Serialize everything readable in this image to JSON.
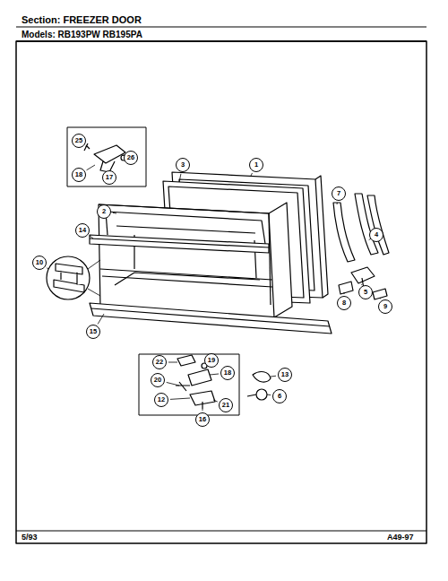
{
  "diagram": {
    "title": "Section: FREEZER DOOR",
    "labels": [
      "Models: RB193PW RB195PA",
      "5/93",
      "A49-97",
      "25",
      "26",
      "18",
      "17",
      "3",
      "1",
      "2",
      "14",
      "10",
      "15",
      "7",
      "4",
      "8",
      "5",
      "9",
      "22",
      "19",
      "20",
      "18",
      "12",
      "21",
      "16",
      "13",
      "6"
    ]
  }
}
